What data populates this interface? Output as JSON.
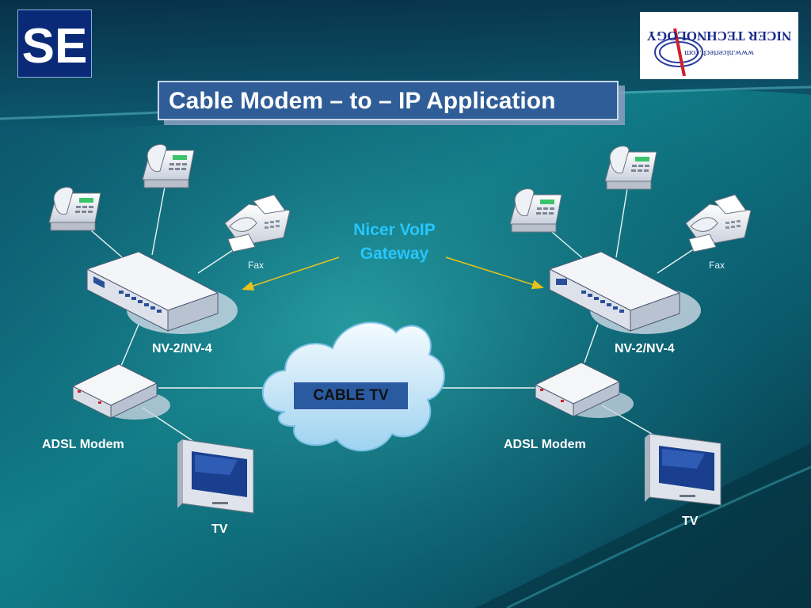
{
  "slide": {
    "title": "Cable Modem – to – IP Application"
  },
  "logos": {
    "left_text": "SE",
    "right_line1": "NICER TECHNOLOGY",
    "right_line2": "www.nicertech.com"
  },
  "diagram": {
    "gateway_label_line1": "Nicer VoIP",
    "gateway_label_line2": "Gateway",
    "left": {
      "gateway": "NV-2/NV-4",
      "modem": "ADSL Modem",
      "tv": "TV",
      "fax": "Fax"
    },
    "right": {
      "gateway": "NV-2/NV-4",
      "modem": "ADSL Modem",
      "tv": "TV",
      "fax": "Fax"
    },
    "center": "CABLE TV"
  },
  "colors": {
    "background_dark": "#062f45",
    "background_light": "#1d8f96",
    "accent_label": "#27c6ff",
    "title_box": "#2f5d97",
    "arrow": "#e8c21a"
  }
}
